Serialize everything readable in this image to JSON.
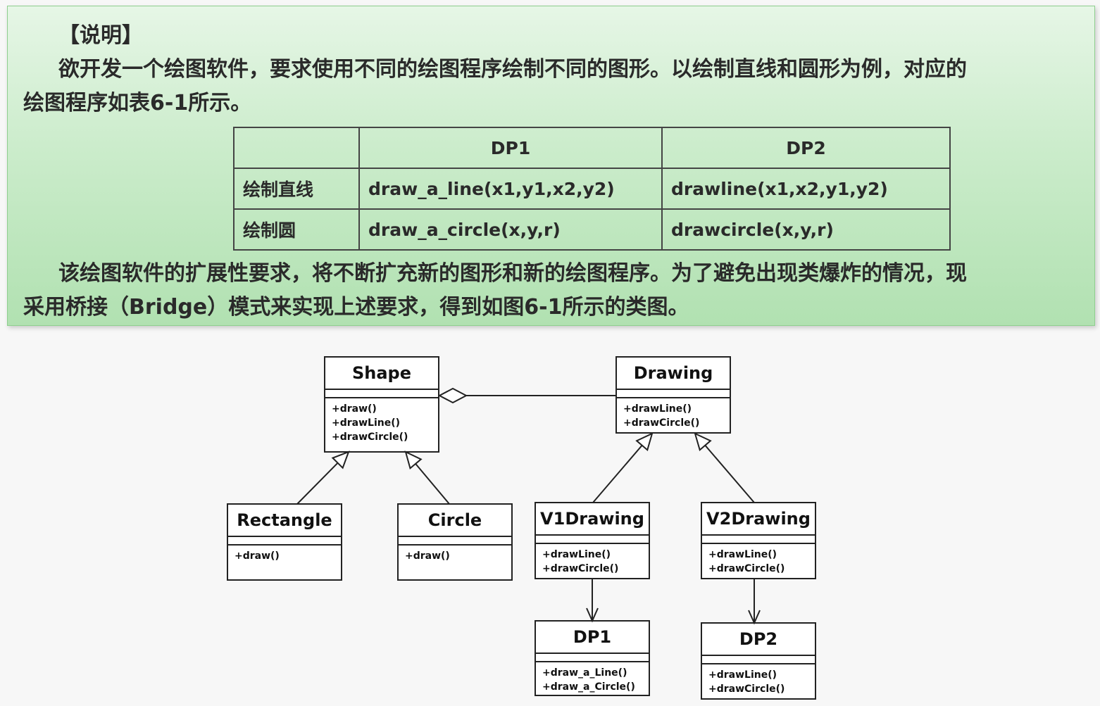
{
  "description": {
    "title": "【说明】",
    "para1_line1": "欲开发一个绘图软件，要求使用不同的绘图程序绘制不同的图形。以绘制直线和圆形为例，对应的",
    "para1_line2": "绘图程序如表6-1所示。",
    "para2_line1": "该绘图软件的扩展性要求，将不断扩充新的图形和新的绘图程序。为了避免出现类爆炸的情况，现",
    "para2_line2": "采用桥接（Bridge）模式来实现上述要求，得到如图6-1所示的类图。"
  },
  "table": {
    "headers": [
      "",
      "DP1",
      "DP2"
    ],
    "rows": [
      [
        "绘制直线",
        "draw_a_line(x1,y1,x2,y2)",
        "drawline(x1,x2,y1,y2)"
      ],
      [
        "绘制圆",
        "draw_a_circle(x,y,r)",
        "drawcircle(x,y,r)"
      ]
    ]
  },
  "diagram": {
    "classes": {
      "shape": {
        "name": "Shape",
        "ops": [
          "+draw()",
          "+drawLine()",
          "+drawCircle()"
        ]
      },
      "drawing": {
        "name": "Drawing",
        "ops": [
          "+drawLine()",
          "+drawCircle()"
        ]
      },
      "rectangle": {
        "name": "Rectangle",
        "ops": [
          "+draw()"
        ]
      },
      "circle": {
        "name": "Circle",
        "ops": [
          "+draw()"
        ]
      },
      "v1drawing": {
        "name": "V1Drawing",
        "ops": [
          "+drawLine()",
          "+drawCircle()"
        ]
      },
      "v2drawing": {
        "name": "V2Drawing",
        "ops": [
          "+drawLine()",
          "+drawCircle()"
        ]
      },
      "dp1": {
        "name": "DP1",
        "ops": [
          "+draw_a_Line()",
          "+draw_a_Circle()"
        ]
      },
      "dp2": {
        "name": "DP2",
        "ops": [
          "+drawLine()",
          "+drawCircle()"
        ]
      }
    },
    "relations": [
      {
        "type": "aggregation",
        "from": "shape",
        "to": "drawing"
      },
      {
        "type": "generalization",
        "from": "rectangle",
        "to": "shape"
      },
      {
        "type": "generalization",
        "from": "circle",
        "to": "shape"
      },
      {
        "type": "generalization",
        "from": "v1drawing",
        "to": "drawing"
      },
      {
        "type": "generalization",
        "from": "v2drawing",
        "to": "drawing"
      },
      {
        "type": "dependency",
        "from": "v1drawing",
        "to": "dp1"
      },
      {
        "type": "dependency",
        "from": "v2drawing",
        "to": "dp2"
      }
    ]
  }
}
